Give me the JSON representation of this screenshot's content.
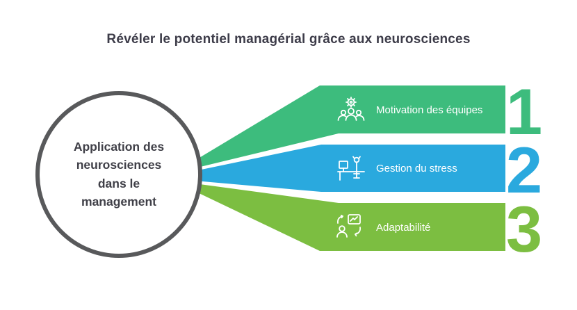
{
  "title": "Révéler le potentiel managérial grâce aux neurosciences",
  "hub": {
    "label": "Application des\nneurosciences\ndans le\nmanagement"
  },
  "steps": [
    {
      "number": "1",
      "label": "Motivation des équipes",
      "color": "#3dbc7d",
      "icon": "team-gear-icon"
    },
    {
      "number": "2",
      "label": "Gestion du stress",
      "color": "#2aa9de",
      "icon": "person-desk-icon"
    },
    {
      "number": "3",
      "label": "Adaptabilité",
      "color": "#7cbe41",
      "icon": "person-sync-icon"
    }
  ],
  "colors": {
    "hub_stroke": "#58595b",
    "label_text": "#ffffff",
    "title_text": "#3d3c49"
  }
}
